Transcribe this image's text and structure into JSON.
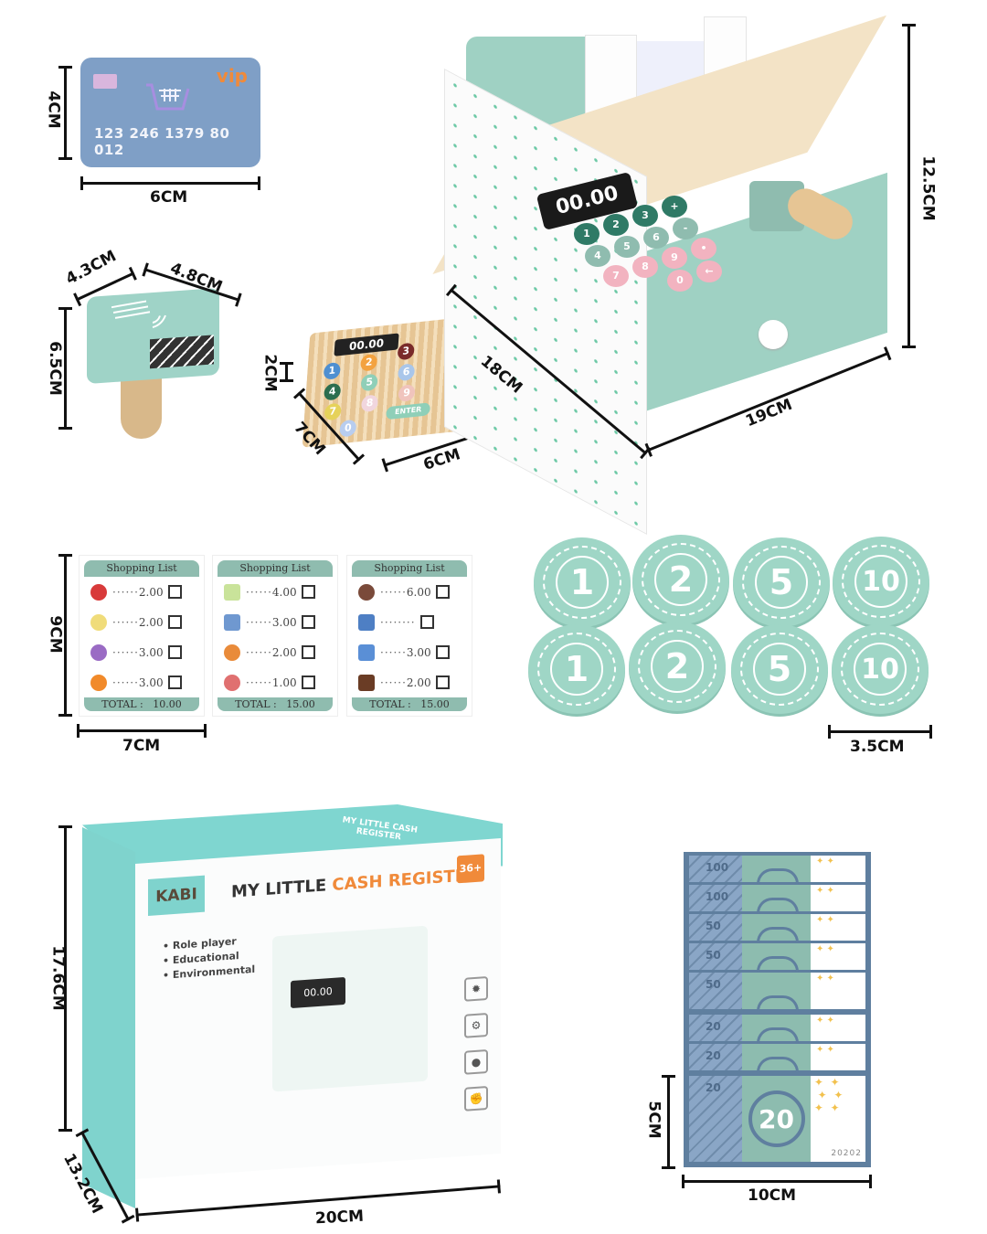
{
  "page": {
    "title": "Cash register toy set product dimensions"
  },
  "colors": {
    "mint": "#9fd1c3",
    "box_teal": "#7fd3cd",
    "accent_orange": "#f08a3a",
    "card_blue": "#7f9fc6",
    "bill_blue": "#5f7f9f",
    "wood": "#e6c594"
  },
  "card": {
    "badge": "vip",
    "number": "123 246 1379 80 012",
    "icon": "shopping-cart-icon",
    "dims": {
      "height": "4CM",
      "width": "6CM"
    }
  },
  "scanner": {
    "dims": {
      "depth": "4.3CM",
      "width": "4.8CM",
      "height": "6.5CM"
    }
  },
  "pos_terminal": {
    "display": "00.00",
    "keys": [
      "1",
      "2",
      "3",
      "4",
      "5",
      "6",
      "7",
      "8",
      "9",
      "0",
      "ENTER"
    ],
    "dims": {
      "height": "2CM",
      "depth": "7CM",
      "width": "6CM"
    }
  },
  "register": {
    "display": "00.00",
    "keys": [
      "1",
      "2",
      "3",
      "+",
      "4",
      "5",
      "6",
      "-",
      "7",
      "8",
      "9",
      "•",
      "0",
      "←"
    ],
    "dims": {
      "depth": "18CM",
      "width": "19CM",
      "height": "12.5CM"
    }
  },
  "shopping_lists": {
    "dims": {
      "height": "9CM",
      "width": "7CM"
    },
    "lists": [
      {
        "title": "Shopping List",
        "items": [
          {
            "icon": "apple-icon",
            "price": "2.00"
          },
          {
            "icon": "lemon-icon",
            "price": "2.00"
          },
          {
            "icon": "grapes-icon",
            "price": "3.00"
          },
          {
            "icon": "orange-icon",
            "price": "3.00"
          }
        ],
        "total_label": "TOTAL :",
        "total": "10.00"
      },
      {
        "title": "Shopping List",
        "items": [
          {
            "icon": "soap-bottle-icon",
            "price": "4.00"
          },
          {
            "icon": "toothpaste-icon",
            "price": "3.00"
          },
          {
            "icon": "sponge-pad-icon",
            "price": "2.00"
          },
          {
            "icon": "bath-sponge-icon",
            "price": "1.00"
          }
        ],
        "total_label": "TOTAL :",
        "total": "15.00"
      },
      {
        "title": "Shopping List",
        "items": [
          {
            "icon": "cupcake-icon",
            "price": "6.00"
          },
          {
            "icon": "chips-bag-icon",
            "price": ""
          },
          {
            "icon": "soda-can-icon",
            "price": "3.00"
          },
          {
            "icon": "coffee-cup-icon",
            "price": "2.00"
          }
        ],
        "total_label": "TOTAL :",
        "total": "15.00"
      }
    ]
  },
  "coins": {
    "values": [
      "1",
      "2",
      "5",
      "10",
      "1",
      "2",
      "5",
      "10"
    ],
    "dims": {
      "diameter": "3.5CM"
    }
  },
  "box": {
    "brand": "KABI",
    "title_plain": "MY LITTLE ",
    "title_accent": "CASH REGISTER",
    "age_badge": "36+",
    "top_text": "MY LITTLE CASH REGISTER",
    "bullets": [
      "• Role player",
      "• Educational",
      "• Environmental"
    ],
    "side_icons": [
      "lightbulb-icon",
      "gears-icon",
      "hand-eye-icon",
      "motor-skills-icon"
    ],
    "dims": {
      "height": "17.6CM",
      "depth": "13.2CM",
      "width": "20CM"
    }
  },
  "bills": {
    "stack": [
      "100",
      "100",
      "50",
      "50",
      "50",
      "20",
      "20"
    ],
    "front": {
      "value": "20",
      "serial": "20202"
    },
    "dims": {
      "height": "5CM",
      "width": "10CM"
    }
  }
}
